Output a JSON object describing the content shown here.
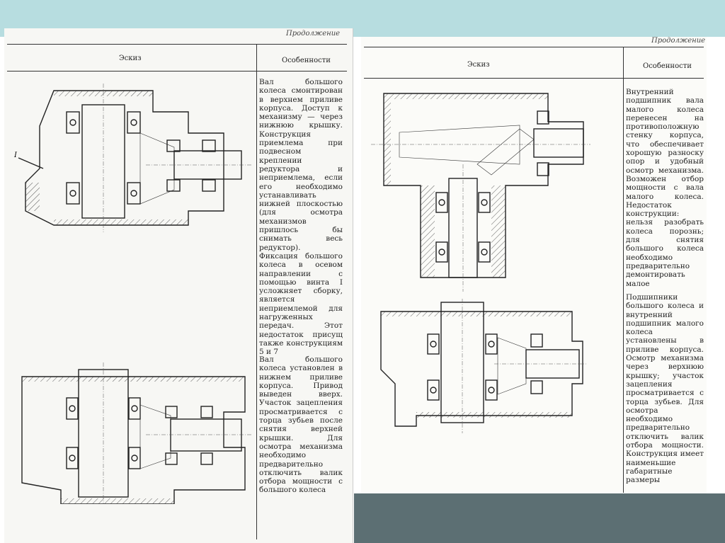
{
  "colors": {
    "top_band": "#b7dde0",
    "bottom_right": "#5c6f73",
    "paper": "#f7f7f4"
  },
  "left_page": {
    "corner": "Продолжение",
    "col_sketch": "Эскиз",
    "col_features": "Особенности",
    "callout_1": "I",
    "text_1": "Вал большого колеса смонтирован в верхнем приливе корпуса. Доступ к механизму — через нижнюю крышку. Конструкция приемлема при подвесном креплении редуктора и неприемлема, если его необходимо устанавливать нижней плоскостью (для осмотра механизмов пришлось бы снимать весь редуктор).\nФиксация большого колеса в осевом направлении с помощью винта I усложняет сборку, является неприемлемой для нагруженных передач. Этот недостаток присущ также конструкциям 5 и 7",
    "text_2": "Вал большого колеса установлен в нижнем приливе корпуса. Привод выведен вверх. Участок зацепления просматривается с торца зубьев после снятия верхней крышки. Для осмотра механизма необходимо предварительно отключить валик отбора мощности с большого колеса"
  },
  "right_page": {
    "corner": "Продолжение",
    "col_sketch": "Эскиз",
    "col_features": "Особенности",
    "text_1": "Внутренний подшипник вала малого колеса перенесен на противоположную стенку корпуса, что обеспечивает хорошую разноску опор и удобный осмотр механизма. Возможен отбор мощности с вала малого колеса. Недостаток конструкции: нельзя разобрать колеса порознь; для снятия большого колеса необходимо предварительно демонтировать малое",
    "text_2": "Подшипники большого колеса и внутренний подшипник малого колеса установлены в приливе корпуса. Осмотр механизма через верхнюю крышку; участок зацепления просматривается с торца зубьев. Для осмотра необходимо предварительно отключить валик отбора мощности. Конструкция имеет наименьшие габаритные размеры"
  }
}
